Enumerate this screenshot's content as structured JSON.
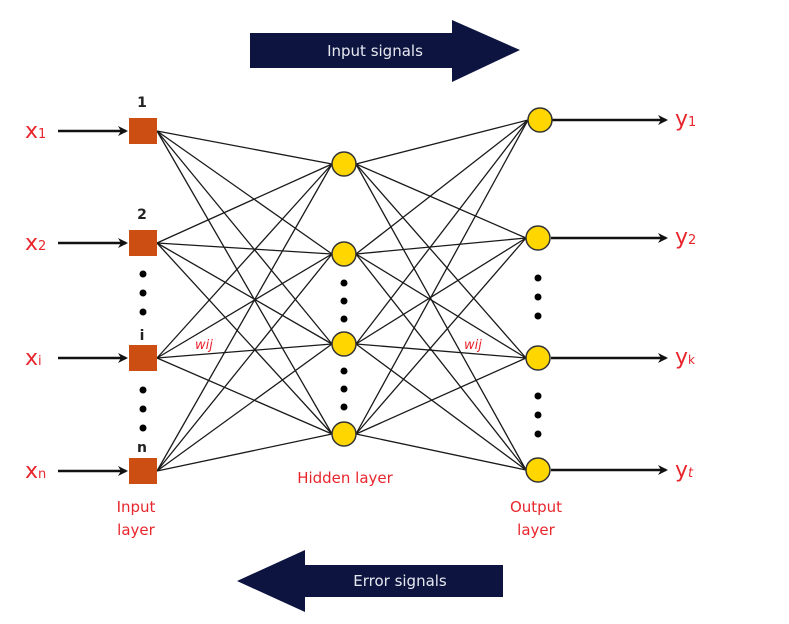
{
  "diagram": {
    "title": "Backpropagation neural network",
    "colors": {
      "input_node": "#cc4e12",
      "hidden_node": "#ffd600",
      "output_node": "#ffd600",
      "label": "#e8262d",
      "banner": "#0d1440",
      "edge": "#1a1a1a"
    },
    "banners": {
      "forward": {
        "label": "Input signals",
        "direction": "right"
      },
      "backward": {
        "label": "Error signals",
        "direction": "left"
      }
    },
    "input_layer": {
      "label_line1": "Input",
      "label_line2": "layer",
      "nodes": [
        {
          "index_label": "1",
          "var": "x",
          "sub": "1"
        },
        {
          "index_label": "2",
          "var": "x",
          "sub": "2"
        },
        {
          "index_label": "i",
          "var": "x",
          "sub": "i"
        },
        {
          "index_label": "n",
          "var": "x",
          "sub": "n"
        }
      ]
    },
    "hidden_layer": {
      "label": "Hidden layer",
      "node_count": 4
    },
    "output_layer": {
      "label_line1": "Output",
      "label_line2": "layer",
      "nodes": [
        {
          "var": "y",
          "sub": "1"
        },
        {
          "var": "y",
          "sub": "2"
        },
        {
          "var": "y",
          "sub": "k"
        },
        {
          "var": "y",
          "sub": "t"
        }
      ]
    },
    "weights": {
      "input_hidden": "wij",
      "hidden_output": "wij"
    },
    "ellipsis": "•••"
  }
}
